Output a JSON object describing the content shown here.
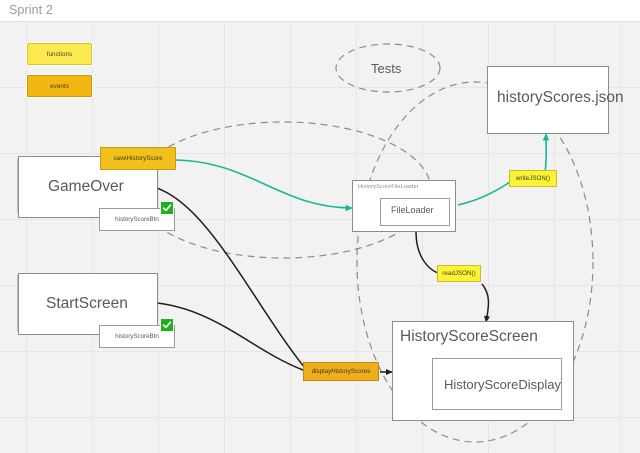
{
  "board": {
    "title": "Sprint 2",
    "background_color": "#f2f2f2",
    "grid_color": "#e6e6e6"
  },
  "legend": {
    "items": [
      {
        "label": "functions",
        "color": "#fbe94f"
      },
      {
        "label": "events",
        "color": "#f2b713"
      }
    ]
  },
  "groups": [
    {
      "name": "tests-group",
      "label": "Tests",
      "shape": "dashed-ellipse"
    },
    {
      "name": "save-flow-group",
      "label": "",
      "shape": "dashed-ellipse"
    },
    {
      "name": "read-flow-group",
      "label": "",
      "shape": "dashed-ellipse"
    }
  ],
  "nodes": {
    "game_over": {
      "label": "GameOver",
      "event_chip": "saveHistoryScore",
      "button": "historyScoreBtn",
      "button_status": "done"
    },
    "start_screen": {
      "label": "StartScreen",
      "button": "historyScoreBtn",
      "button_status": "done"
    },
    "file_loader": {
      "container_label": "HistoryScoreFileLoader",
      "label": "FileLoader"
    },
    "history_scores_json": {
      "label": "historyScores.json"
    },
    "history_score_screen": {
      "label": "HistoryScoreScreen",
      "child_label": "HistoryScoreDisplay"
    }
  },
  "chips": {
    "write_json": "writeJSON()",
    "read_json": "readJSON()",
    "display_history_scores": "displayHistoryScores"
  },
  "colors": {
    "accent_teal": "#17b89a",
    "connector_black": "#1f1f1f",
    "dashed_gray": "#8c8c8c",
    "status_green": "#19b319",
    "chip_gold": "#f2c01a",
    "chip_yellow": "#fdf336",
    "chip_amber": "#f0ad1c"
  }
}
